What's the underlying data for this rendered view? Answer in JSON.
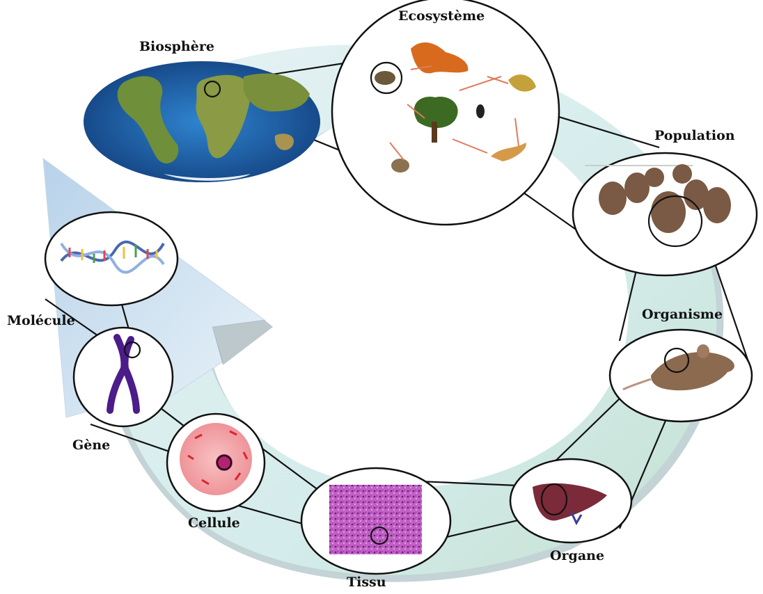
{
  "levels": {
    "biosphere": "Biosphère",
    "ecosysteme": "Ecosystème",
    "population": "Population",
    "organisme": "Organisme",
    "organe": "Organe",
    "tissu": "Tissu",
    "cellule": "Cellule",
    "gene": "Gène",
    "molecule": "Molécule"
  },
  "colors": {
    "arrow_light": "#dbeef0",
    "arrow_shadow": "#9fb7bd",
    "arrow_tip": "#c9def0",
    "ring": "#111111",
    "ocean": "#1f67b8",
    "land": "#6f8f3a",
    "cell_body": "#f4a6a8",
    "nucleus": "#b3236f",
    "tissue": "#b24fb5",
    "liver": "#7b2a3a",
    "rat": "#7a5a44",
    "chromosome": "#4b1c8a"
  }
}
